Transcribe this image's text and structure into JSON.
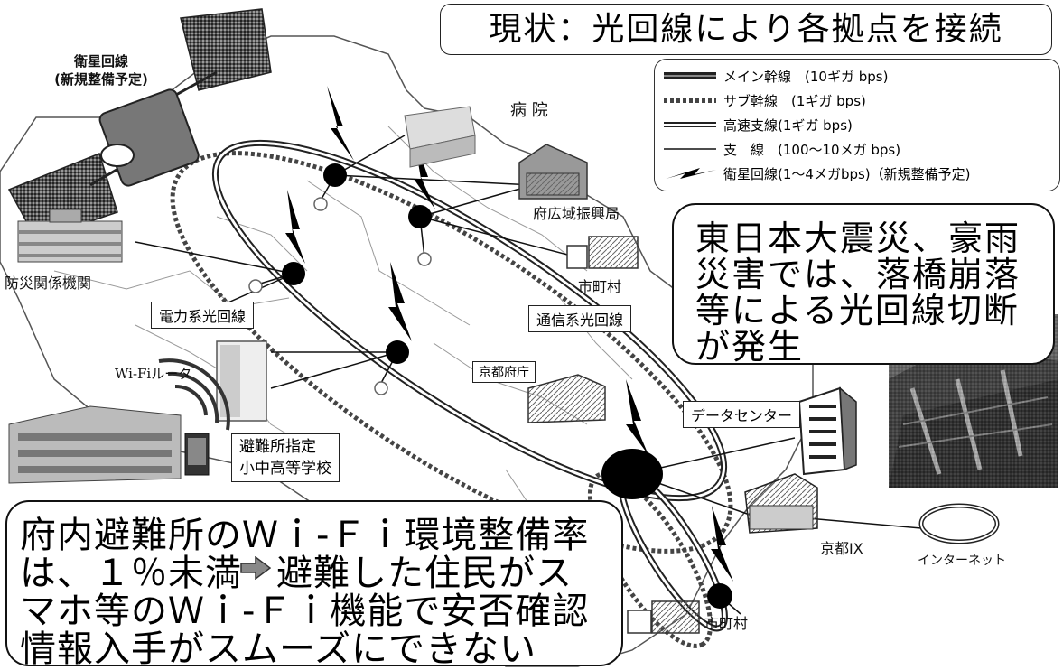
{
  "title": "現状：光回線により各拠点を接続",
  "legend": [
    {
      "label": "メイン幹線　(10ギガ bps)"
    },
    {
      "label": "サブ幹線　(1ギガ bps)"
    },
    {
      "label": "高速支線(1ギガ bps)"
    },
    {
      "label": "支　線　(100～10メガ bps)"
    },
    {
      "label": "衛星回線(1～4メガbps)（新規整備予定)"
    }
  ],
  "callouts": {
    "quake_lines": [
      "東日本大震災、豪雨",
      "災害では、落橋崩落",
      "等による光回線切断",
      "が発生"
    ],
    "wifi_lines": [
      "府内避難所のＷｉ-Ｆｉ環境整備率",
      "は、１％未満",
      "避難した住民がス",
      "マホ等のＷｉ-Ｆｉ機能で安否確認",
      "情報入手がスムーズにできない"
    ]
  },
  "labels": {
    "satellite": [
      "衛星回線",
      "(新規整備予定)"
    ],
    "hospital": "病 院",
    "regional_bureau": "府広域振興局",
    "disaster_agency": "防災関係機関",
    "municipality_top": "市町村",
    "power_line": "電力系光回線",
    "telecom_line": "通信系光回線",
    "wifi_router": "Wi-Fiルータ",
    "prefectural_office": "京都府庁",
    "data_center": "データセンター",
    "shelter": [
      "避難所指定",
      "小中高等学校"
    ],
    "kyoto_ix": "京都IX",
    "internet": "インターネット",
    "municipality_bottom": "市町村"
  },
  "colors": {
    "ink": "#111111",
    "outline": "#555555",
    "building": "#8a8a8a",
    "photo_dark": "#3b3b3b"
  }
}
